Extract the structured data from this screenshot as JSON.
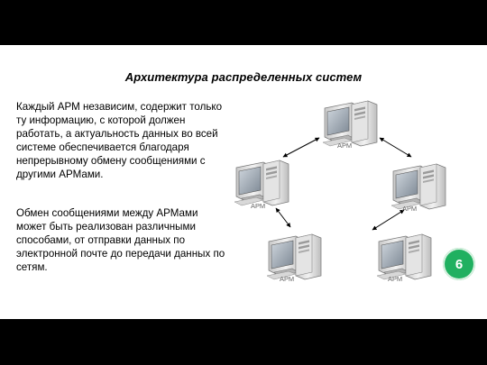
{
  "slide": {
    "title": "Архитектура  распределенных систем",
    "paragraph1": "Каждый АРМ независим, содержит только ту информацию, с которой должен работать, а актуальность данных во всей системе обеспечивается благодаря непрерывному обмену сообщениями с другими АРМами.",
    "paragraph2": "Обмен сообщениями между АРМами может быть реализован различными способами, от отправки данных по электронной почте до передачи данных по сетям.",
    "page_number": "6"
  },
  "diagram": {
    "nodes": [
      {
        "id": "top",
        "label": "АРМ"
      },
      {
        "id": "left",
        "label": "АРМ"
      },
      {
        "id": "right",
        "label": "АРМ"
      },
      {
        "id": "bottom-left",
        "label": "АРМ"
      },
      {
        "id": "bottom-right",
        "label": "АРМ"
      }
    ],
    "edges": [
      {
        "from": "top",
        "to": "left"
      },
      {
        "from": "top",
        "to": "right"
      },
      {
        "from": "left",
        "to": "bottom-left"
      },
      {
        "from": "right",
        "to": "bottom-right"
      }
    ]
  },
  "colors": {
    "badge": "#20b060",
    "background_frame": "#000000"
  }
}
